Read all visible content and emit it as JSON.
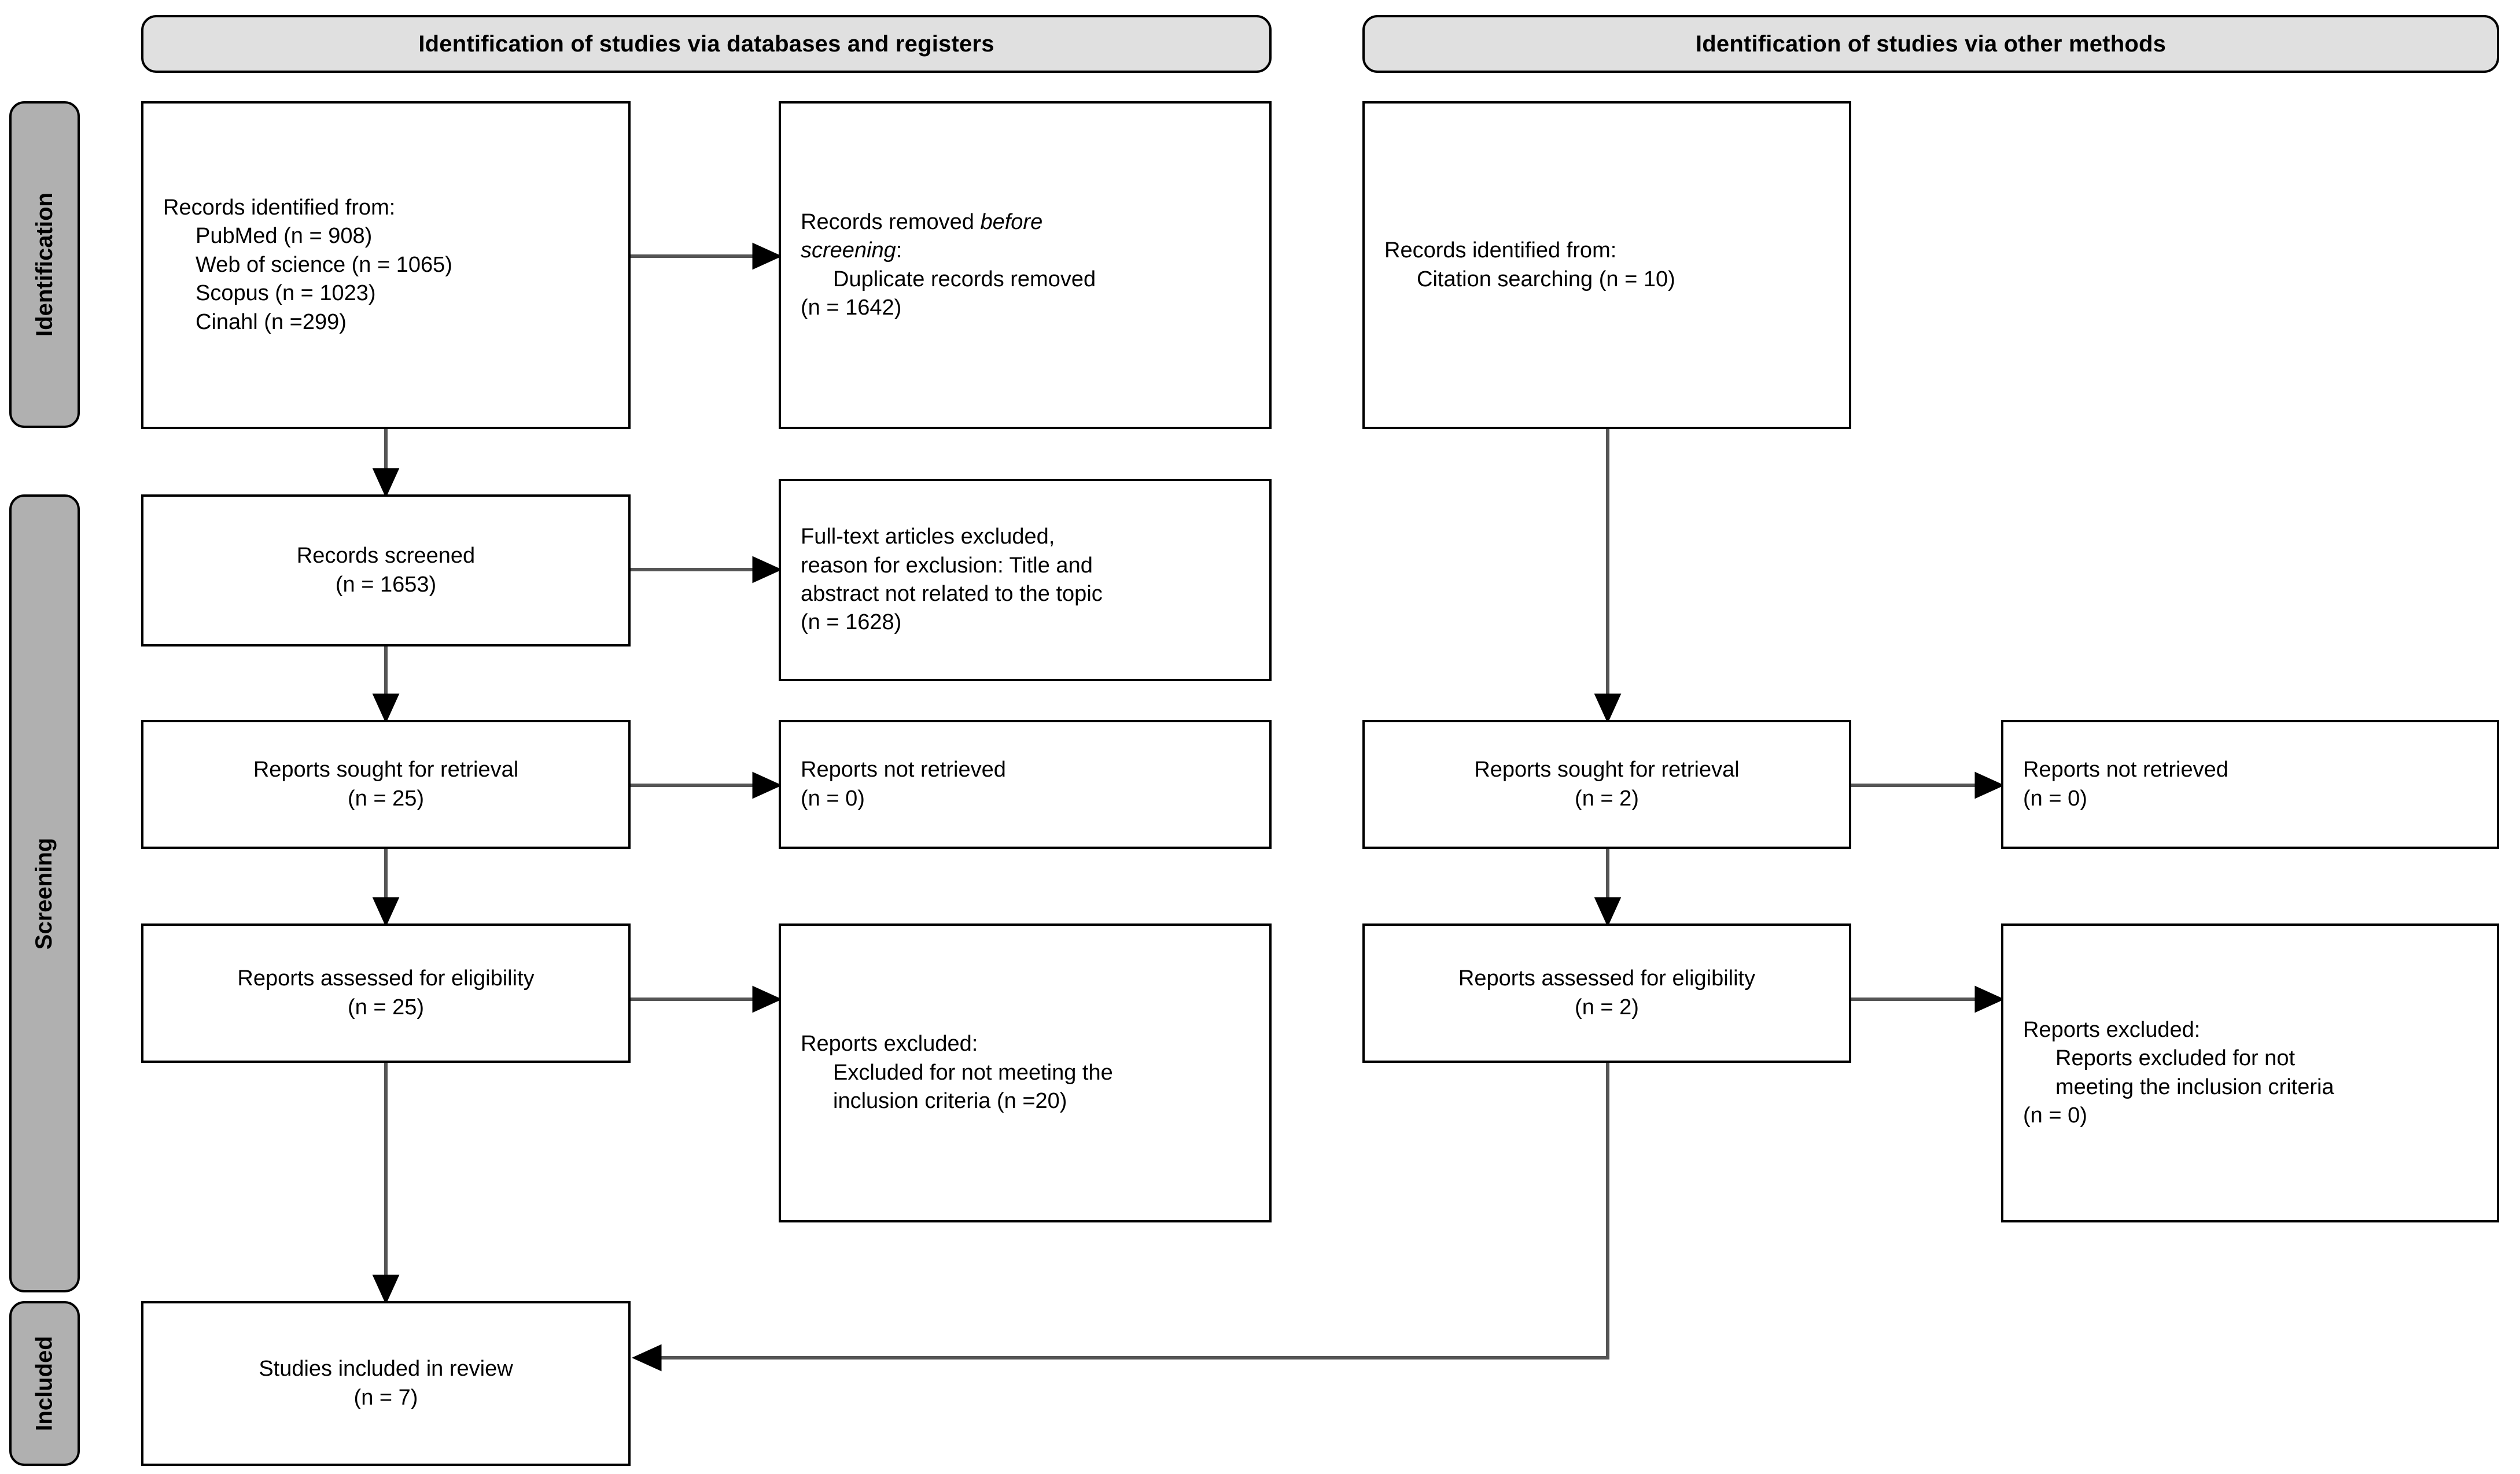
{
  "diagram": {
    "type": "prisma-flow-diagram",
    "columns": [
      {
        "id": "databases",
        "banner": "Identification of studies via databases and registers"
      },
      {
        "id": "other",
        "banner": "Identification of studies via other methods"
      }
    ],
    "stages": [
      {
        "id": "identification",
        "label": "Identification"
      },
      {
        "id": "screening",
        "label": "Screening"
      },
      {
        "id": "included",
        "label": "Included"
      }
    ]
  },
  "nodes": {
    "records_identified_db": {
      "title": "Records identified from:",
      "items": [
        "PubMed (n = 908)",
        "Web of science (n = 1065)",
        "Scopus (n = 1023)",
        "Cinahl (n =299)"
      ]
    },
    "records_removed": {
      "line1_plain": "Records removed ",
      "line1_italic": "before",
      "line2_italic": "screening",
      "line2_plain": ":",
      "items": [
        "Duplicate records removed",
        "(n = 1642)"
      ]
    },
    "records_identified_other": {
      "title": "Records identified from:",
      "items": [
        "Citation searching (n = 10)"
      ]
    },
    "records_screened": {
      "label": "Records screened",
      "count": "(n = 1653)"
    },
    "fulltext_excluded": {
      "lines": [
        "Full-text articles excluded,",
        "reason for exclusion: Title and",
        "abstract not related to the topic",
        "(n = 1628)"
      ]
    },
    "reports_sought_db": {
      "label": "Reports sought for retrieval",
      "count": "(n = 25)"
    },
    "reports_not_retrieved_db": {
      "label": "Reports not retrieved",
      "count": "(n = 0)"
    },
    "reports_assessed_db": {
      "label": "Reports assessed for eligibility",
      "count": "(n = 25)"
    },
    "reports_excluded_db": {
      "title": "Reports excluded:",
      "items": [
        "Excluded for not meeting the",
        "inclusion criteria (n =20)"
      ]
    },
    "reports_sought_other": {
      "label": "Reports sought for retrieval",
      "count": "(n = 2)"
    },
    "reports_not_retrieved_other": {
      "label": "Reports not retrieved",
      "count": "(n = 0)"
    },
    "reports_assessed_other": {
      "label": "Reports assessed for eligibility",
      "count": "(n = 2)"
    },
    "reports_excluded_other": {
      "title": "Reports excluded:",
      "items": [
        "Reports excluded for not",
        "meeting the inclusion criteria",
        "(n = 0)"
      ]
    },
    "studies_included": {
      "label": "Studies included in review",
      "count": "(n = 7)"
    }
  },
  "chart_data": {
    "type": "diagram",
    "title": "PRISMA 2020 flow diagram",
    "counts": {
      "pubmed": 908,
      "web_of_science": 1065,
      "scopus": 1023,
      "cinahl": 299,
      "duplicates_removed": 1642,
      "records_screened": 1653,
      "records_excluded_title_abstract": 1628,
      "reports_sought_databases": 25,
      "reports_not_retrieved_databases": 0,
      "reports_assessed_databases": 25,
      "reports_excluded_databases": 20,
      "citation_searching": 10,
      "reports_sought_other": 2,
      "reports_not_retrieved_other": 0,
      "reports_assessed_other": 2,
      "reports_excluded_other": 0,
      "studies_included": 7
    }
  },
  "colors": {
    "banner_fill": "#e0e0e0",
    "tab_fill": "#b0b0b0",
    "stroke": "#000000",
    "arrow": "#555555",
    "background": "#ffffff"
  }
}
